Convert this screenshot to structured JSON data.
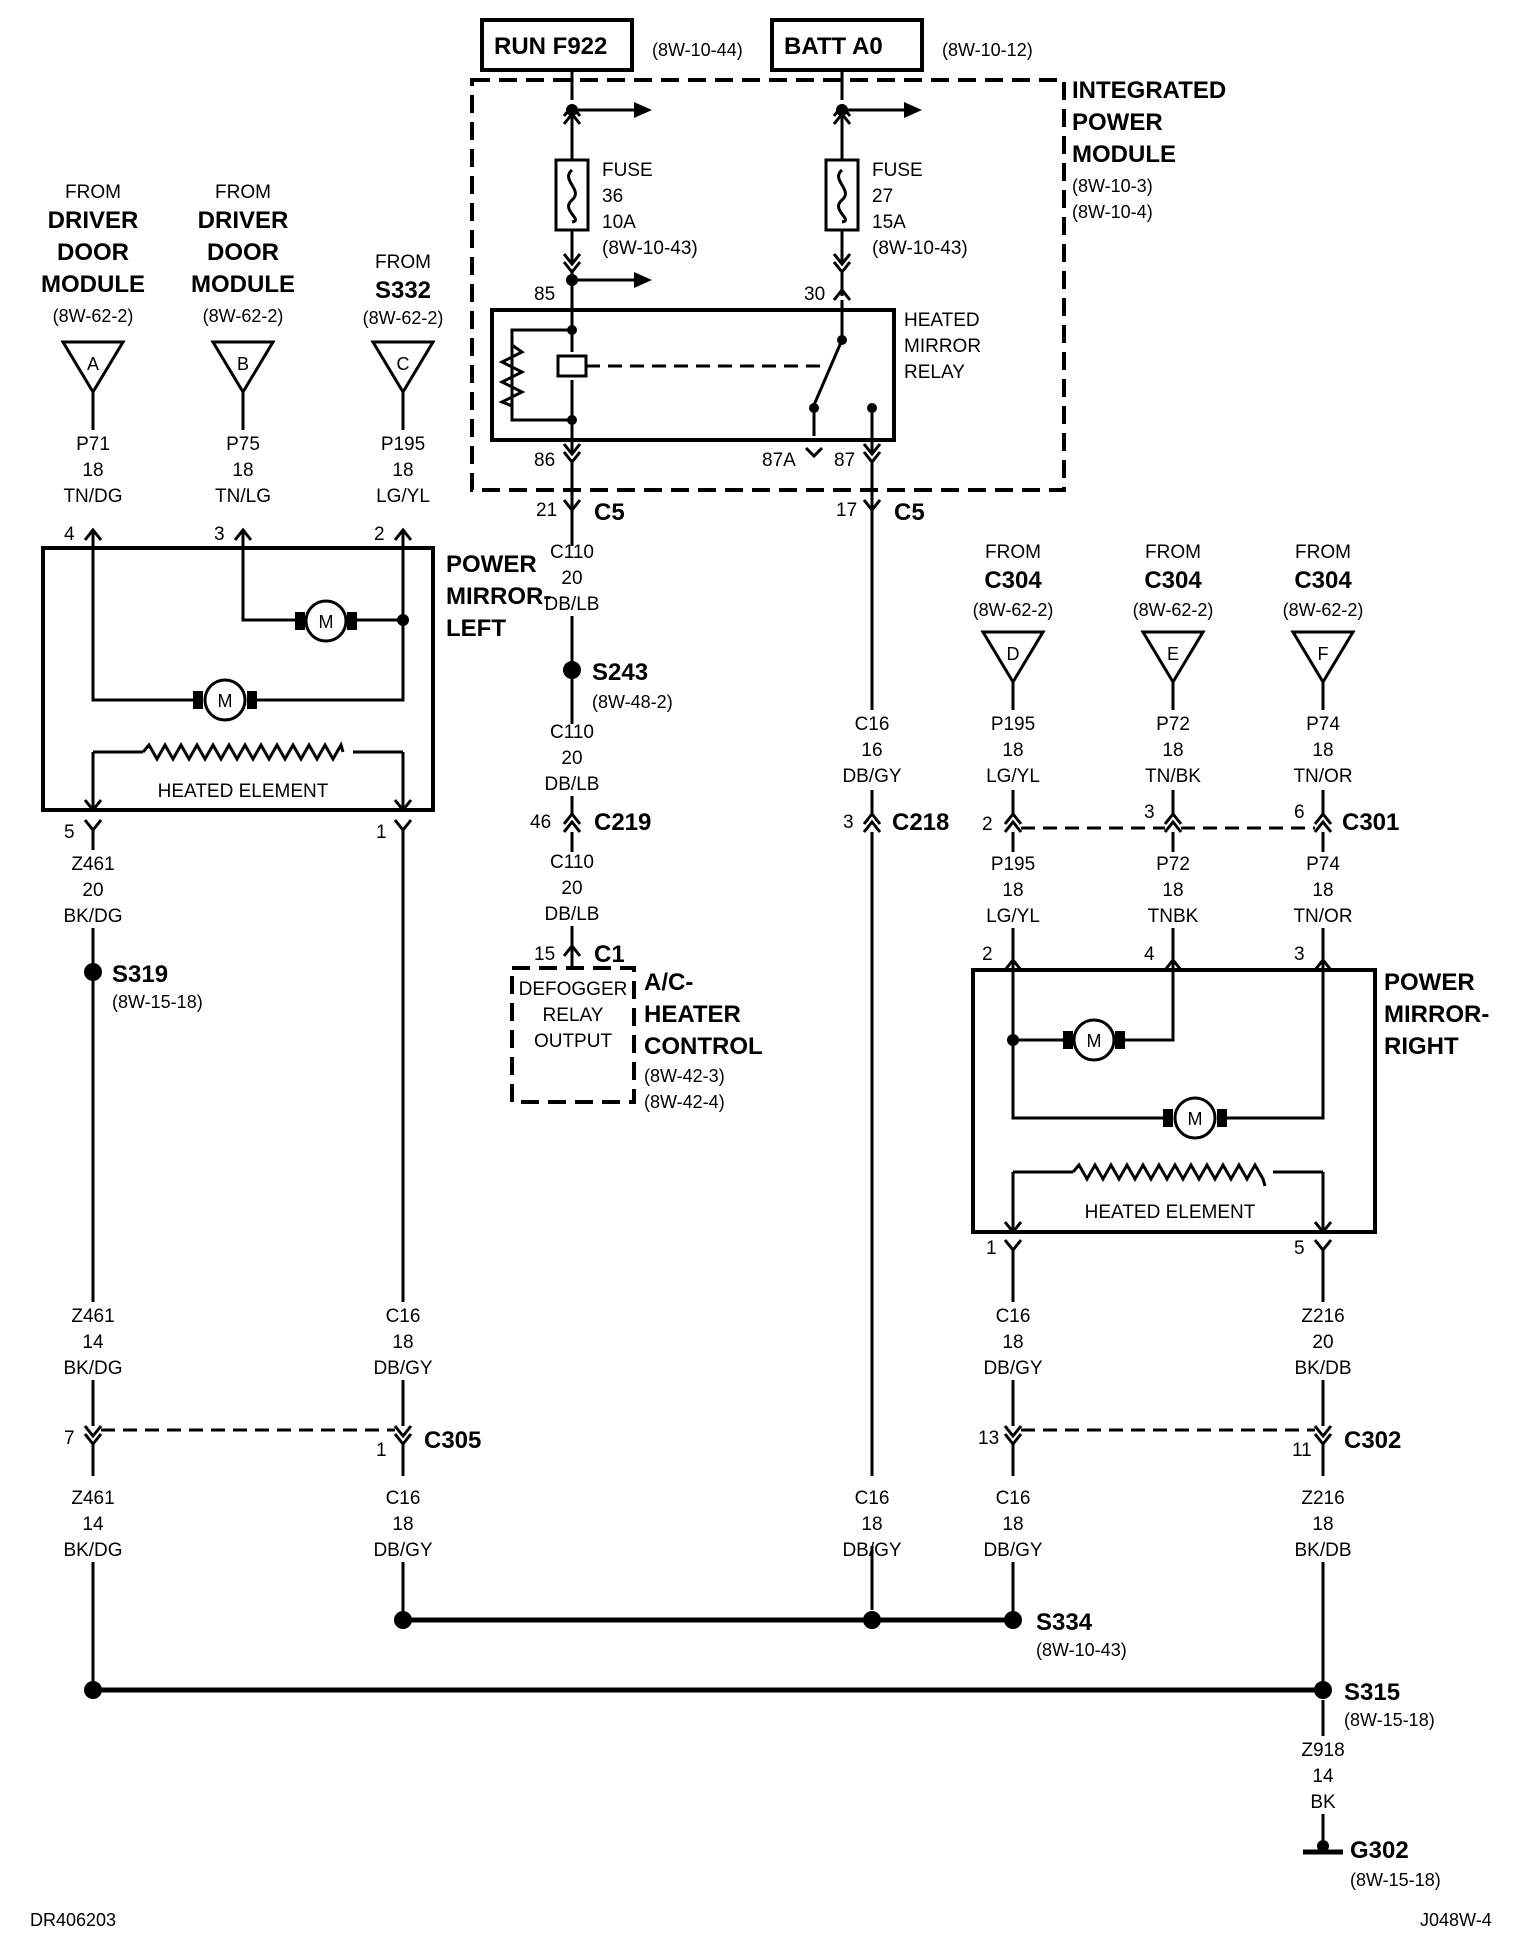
{
  "header": {
    "run_box": "RUN F922",
    "run_ref": "(8W-10-44)",
    "batt_box": "BATT A0",
    "batt_ref": "(8W-10-12)"
  },
  "ipm": {
    "title1": "INTEGRATED",
    "title2": "POWER",
    "title3": "MODULE",
    "ref1": "(8W-10-3)",
    "ref2": "(8W-10-4)",
    "fuse36": {
      "l1": "FUSE",
      "l2": "36",
      "l3": "10A",
      "l4": "(8W-10-43)"
    },
    "fuse27": {
      "l1": "FUSE",
      "l2": "27",
      "l3": "15A",
      "l4": "(8W-10-43)"
    },
    "relay": {
      "l1": "HEATED",
      "l2": "MIRROR",
      "l3": "RELAY"
    },
    "pins": {
      "p85": "85",
      "p30": "30",
      "p86": "86",
      "p87a": "87A",
      "p87": "87"
    }
  },
  "sources": {
    "a": {
      "from": "FROM",
      "n1": "DRIVER",
      "n2": "DOOR",
      "n3": "MODULE",
      "ref": "(8W-62-2)",
      "letter": "A"
    },
    "b": {
      "from": "FROM",
      "n1": "DRIVER",
      "n2": "DOOR",
      "n3": "MODULE",
      "ref": "(8W-62-2)",
      "letter": "B"
    },
    "c": {
      "from": "FROM",
      "n1": "S332",
      "ref": "(8W-62-2)",
      "letter": "C"
    },
    "d": {
      "from": "FROM",
      "n1": "C304",
      "ref": "(8W-62-2)",
      "letter": "D"
    },
    "e": {
      "from": "FROM",
      "n1": "C304",
      "ref": "(8W-62-2)",
      "letter": "E"
    },
    "f": {
      "from": "FROM",
      "n1": "C304",
      "ref": "(8W-62-2)",
      "letter": "F"
    }
  },
  "wires": {
    "p71": [
      "P71",
      "18",
      "TN/DG"
    ],
    "p75": [
      "P75",
      "18",
      "TN/LG"
    ],
    "p195a": [
      "P195",
      "18",
      "LG/YL"
    ],
    "c110a": [
      "C110",
      "20",
      "DB/LB"
    ],
    "c110b": [
      "C110",
      "20",
      "DB/LB"
    ],
    "c110c": [
      "C110",
      "20",
      "DB/LB"
    ],
    "c16a": [
      "C16",
      "16",
      "DB/GY"
    ],
    "p195b": [
      "P195",
      "18",
      "LG/YL"
    ],
    "p72b": [
      "P72",
      "18",
      "TN/BK"
    ],
    "p74b": [
      "P74",
      "18",
      "TN/OR"
    ],
    "p195c": [
      "P195",
      "18",
      "LG/YL"
    ],
    "p72c": [
      "P72",
      "18",
      "TNBK"
    ],
    "p74c": [
      "P74",
      "18",
      "TN/OR"
    ],
    "z461a": [
      "Z461",
      "20",
      "BK/DG"
    ],
    "z461b": [
      "Z461",
      "14",
      "BK/DG"
    ],
    "c16b": [
      "C16",
      "18",
      "DB/GY"
    ],
    "c16c": [
      "C16",
      "18",
      "DB/GY"
    ],
    "z216a": [
      "Z216",
      "20",
      "BK/DB"
    ],
    "z461c": [
      "Z461",
      "14",
      "BK/DG"
    ],
    "c16d": [
      "C16",
      "18",
      "DB/GY"
    ],
    "c16e": [
      "C16",
      "18",
      "DB/GY"
    ],
    "c16f": [
      "C16",
      "18",
      "DB/GY"
    ],
    "z216b": [
      "Z216",
      "18",
      "BK/DB"
    ],
    "z918": [
      "Z918",
      "14",
      "BK"
    ]
  },
  "connectors": {
    "c5": "C5",
    "c219": "C219",
    "c218": "C218",
    "c301": "C301",
    "c1": "C1",
    "c305": "C305",
    "c302": "C302"
  },
  "pins": {
    "p21": "21",
    "p17": "17",
    "ml4": "4",
    "ml3": "3",
    "ml2": "2",
    "ml5": "5",
    "ml1": "1",
    "p46": "46",
    "p3": "3",
    "p15": "15",
    "c301_2": "2",
    "c301_3": "3",
    "c301_6": "6",
    "mr2": "2",
    "mr4": "4",
    "mr3": "3",
    "mr1": "1",
    "mr5": "5",
    "c305_7": "7",
    "c305_1": "1",
    "c302_13": "13",
    "c302_11": "11"
  },
  "mirrors": {
    "left": {
      "l1": "POWER",
      "l2": "MIRROR-",
      "l3": "LEFT",
      "element": "HEATED ELEMENT",
      "motor": "M"
    },
    "right": {
      "l1": "POWER",
      "l2": "MIRROR-",
      "l3": "RIGHT",
      "element": "HEATED ELEMENT",
      "motor": "M"
    }
  },
  "splices": {
    "s243": {
      "name": "S243",
      "ref": "(8W-48-2)"
    },
    "s319": {
      "name": "S319",
      "ref": "(8W-15-18)"
    },
    "s334": {
      "name": "S334",
      "ref": "(8W-10-43)"
    },
    "s315": {
      "name": "S315",
      "ref": "(8W-15-18)"
    },
    "g302": {
      "name": "G302",
      "ref": "(8W-15-18)"
    }
  },
  "ac": {
    "box1": "DEFOGGER",
    "box2": "RELAY",
    "box3": "OUTPUT",
    "n1": "A/C-",
    "n2": "HEATER",
    "n3": "CONTROL",
    "ref1": "(8W-42-3)",
    "ref2": "(8W-42-4)"
  },
  "footer": {
    "left": "DR406203",
    "right": "J048W-4"
  }
}
